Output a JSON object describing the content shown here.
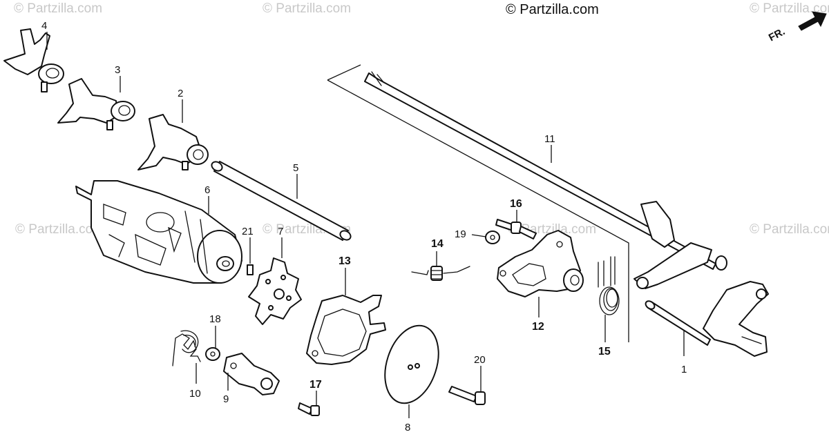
{
  "copyright": "© Partzilla.com",
  "watermark": "© Partzilla.com",
  "direction_label": "FR.",
  "callouts": {
    "p1": "1",
    "p2": "2",
    "p3": "3",
    "p4": "4",
    "p5": "5",
    "p6": "6",
    "p7": "7",
    "p8": "8",
    "p9": "9",
    "p10": "10",
    "p11": "11",
    "p12": "12",
    "p13": "13",
    "p14": "14",
    "p15": "15",
    "p16": "16",
    "p17": "17",
    "p18": "18",
    "p19": "19",
    "p20": "20",
    "p21": "21"
  }
}
